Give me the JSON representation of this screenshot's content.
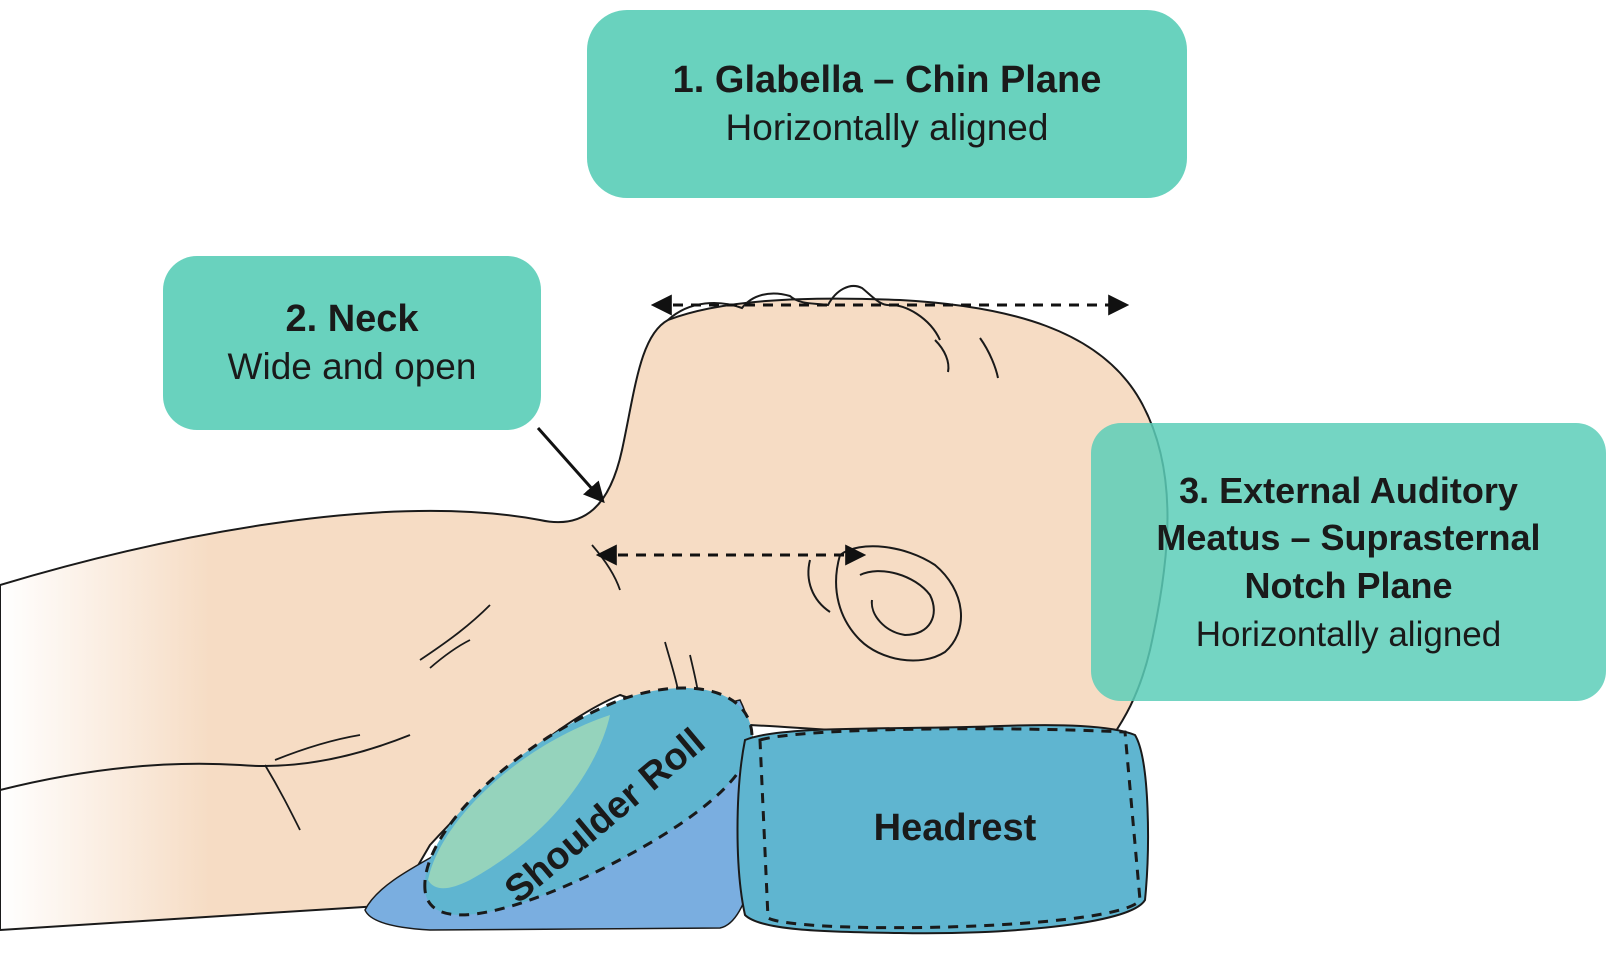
{
  "callouts": [
    {
      "title": "1. Glabella – Chin Plane",
      "description": "Horizontally aligned"
    },
    {
      "title": "2. Neck",
      "description": "Wide and open"
    },
    {
      "title_lines": [
        "3. External Auditory",
        "Meatus – Suprasternal",
        "Notch Plane"
      ],
      "description": "Horizontally aligned"
    }
  ],
  "labels": {
    "shoulder_roll": "Shoulder Roll",
    "headrest": "Headrest"
  },
  "colors": {
    "callout": "#5ccdb8",
    "skin": "#f6dcc4",
    "pad": "#5fb5d0",
    "pad_base": "#7aaee0",
    "roll_highlight": "#9fd8b8"
  }
}
